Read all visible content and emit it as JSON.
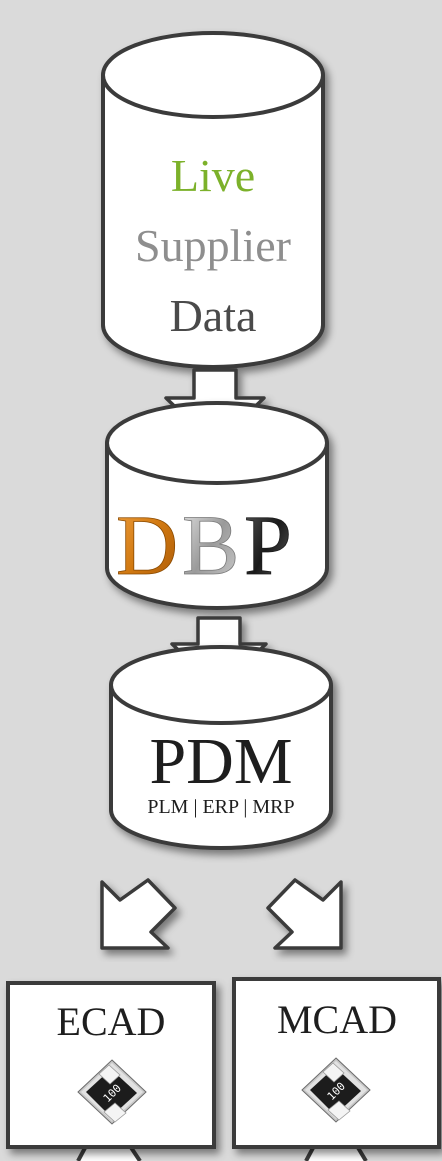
{
  "supplier_db": {
    "line1": "Live",
    "line2": "Supplier",
    "line3": "Data"
  },
  "dbp_db": {
    "letter1": "D",
    "letter2": "B",
    "letter3": "P"
  },
  "pdm_db": {
    "title": "PDM",
    "subtitle": "PLM | ERP | MRP"
  },
  "monitors": {
    "left_label": "ECAD",
    "right_label": "MCAD",
    "chip_marking": "100"
  },
  "colors": {
    "background": "#dadada",
    "stroke": "#3a3a3a",
    "live_green": "#7cb12a",
    "dbp_orange": "#d98418",
    "text_gray": "#8e8e8e",
    "text_dark": "#1e1e1e"
  }
}
